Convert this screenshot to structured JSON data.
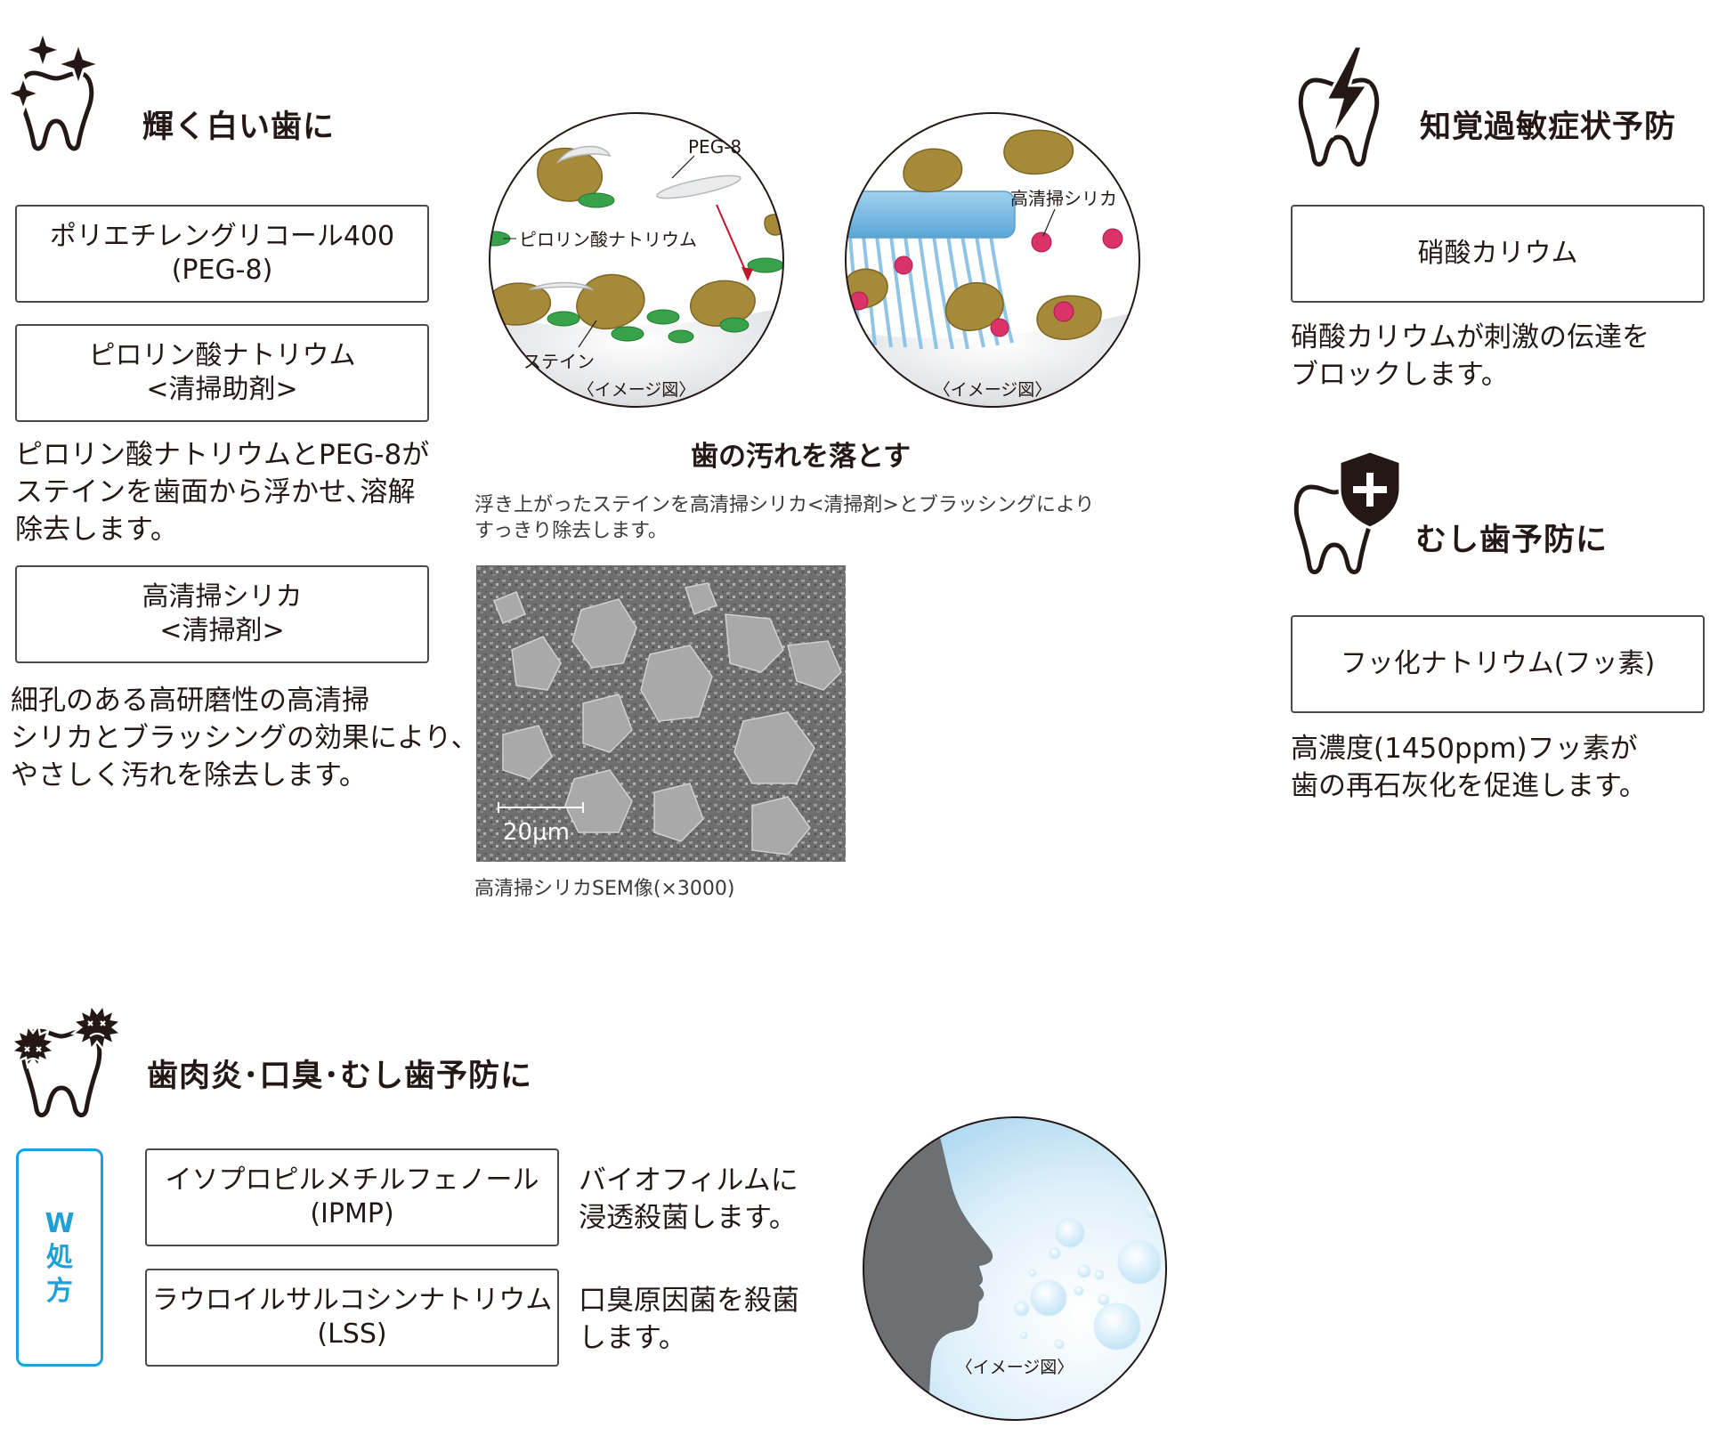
{
  "whitening": {
    "heading": "輝く白い歯に",
    "icon": "sparkle-tooth-icon",
    "box1": {
      "line1": "ポリエチレングリコール400",
      "line2": "(PEG-8)"
    },
    "box2": {
      "line1": "ピロリン酸ナトリウム",
      "line2": "<清掃助剤>"
    },
    "desc1": {
      "line1": "ピロリン酸ナトリウムとPEG-8が",
      "line2": "ステインを歯面から浮かせ､溶解",
      "line3": "除去します。"
    },
    "box3": {
      "line1": "高清掃シリカ",
      "line2": "<清掃剤>"
    },
    "desc2": {
      "line1": "細孔のある高研磨性の高清掃",
      "line2": "シリカとブラッシングの効果により､",
      "line3": "やさしく汚れを除去します。"
    }
  },
  "diagram": {
    "label_peg8": "PEG-8",
    "label_pyro": "ピロリン酸ナトリウム",
    "label_stain": "ステイン",
    "label_silica": "高清掃シリカ",
    "image_label": "〈イメージ図〉",
    "title": "歯の汚れを落とす",
    "note": {
      "line1": "浮き上がったステインを高清掃シリカ<清掃剤>とブラッシングにより",
      "line2": "すっきり除去します。"
    },
    "sem_scale": "20μm",
    "sem_caption": "高清掃シリカSEM像(×3000)"
  },
  "sensitivity": {
    "heading": "知覚過敏症状予防",
    "icon": "lightning-tooth-icon",
    "box": "硝酸カリウム",
    "desc": {
      "line1": "硝酸カリウムが刺激の伝達を",
      "line2": "ブロックします。"
    }
  },
  "caries": {
    "heading": "むし歯予防に",
    "icon": "shield-tooth-icon",
    "box": "フッ化ナトリウム(フッ素)",
    "desc": {
      "line1": "高濃度(1450ppm)フッ素が",
      "line2": "歯の再石灰化を促進します。"
    }
  },
  "gum": {
    "heading": "歯肉炎･口臭･むし歯予防に",
    "icon": "germ-tooth-icon",
    "badge": {
      "line1": "W",
      "line2": "処",
      "line3": "方"
    },
    "box1": {
      "line1": "イソプロピルメチルフェノール",
      "line2": "(IPMP)"
    },
    "desc1": {
      "line1": "バイオフィルムに",
      "line2": "浸透殺菌します。"
    },
    "box2": {
      "line1": "ラウロイルサルコシンナトリウム",
      "line2": "(LSS)"
    },
    "desc2": {
      "line1": "口臭原因菌を殺菌",
      "line2": "します。"
    },
    "image_label": "〈イメージ図〉"
  },
  "colors": {
    "stain": "#a58a3a",
    "green": "#37a24a",
    "silica_dot": "#d9336a",
    "badge_blue": "#1ea0d8",
    "face": "#6d7073"
  }
}
